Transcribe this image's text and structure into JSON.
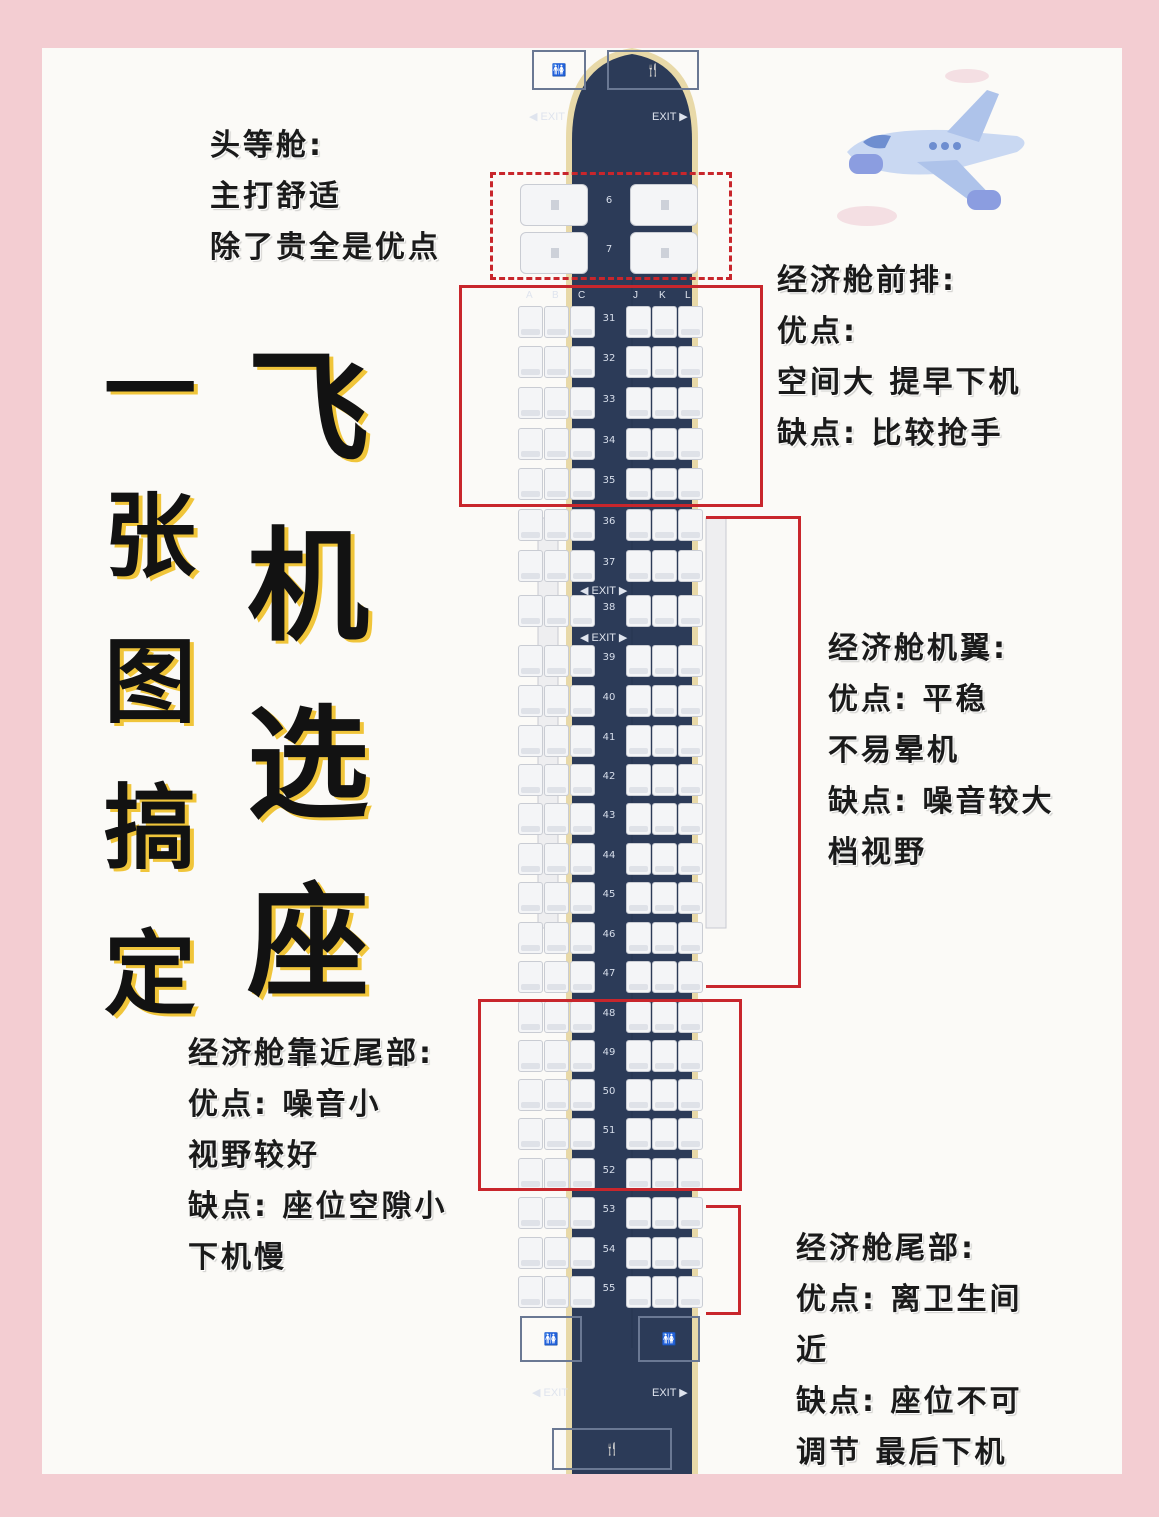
{
  "title": {
    "col_left": [
      "一",
      "张",
      "图",
      "搞",
      "定"
    ],
    "col_right": [
      "飞",
      "机",
      "选",
      "座"
    ]
  },
  "notes": {
    "first_class": [
      "头等舱:",
      "主打舒适",
      "除了贵全是优点"
    ],
    "economy_front": [
      "经济舱前排:",
      "优点:",
      "空间大 提早下机",
      "缺点: 比较抢手"
    ],
    "economy_wing": [
      "经济舱机翼:",
      "优点: 平稳",
      "不易晕机",
      "缺点: 噪音较大",
      "档视野"
    ],
    "economy_near_tail": [
      "经济舱靠近尾部:",
      "优点: 噪音小",
      "视野较好",
      "缺点: 座位空隙小",
      "下机慢"
    ],
    "economy_tail": [
      "经济舱尾部:",
      "优点: 离卫生间",
      "近",
      "缺点: 座位不可",
      "调节 最后下机"
    ]
  },
  "seatmap": {
    "exit_left": "◀ EXIT",
    "exit_right": "EXIT ▶",
    "column_letters_left": [
      "A",
      "B",
      "C"
    ],
    "column_letters_right": [
      "J",
      "K",
      "L"
    ],
    "first_rows": [
      "6",
      "7"
    ],
    "economy_rows": [
      "31",
      "32",
      "33",
      "34",
      "35",
      "36",
      "37",
      "38",
      "39",
      "40",
      "41",
      "42",
      "43",
      "44",
      "45",
      "46",
      "47",
      "48",
      "49",
      "50",
      "51",
      "52",
      "53",
      "54",
      "55"
    ],
    "mid_exit_label": "EXIT",
    "lavatory_icon": "lavatory-icon",
    "galley_icon": "galley-icon"
  },
  "colors": {
    "fuselage": "#2c3b58",
    "highlight_box": "#c8262c",
    "title_shadow": "#f0c53a",
    "page_border": "#f3cdd2"
  },
  "decor": {
    "airplane_icon": "airplane-icon",
    "cloud_icon": "cloud-icon"
  }
}
